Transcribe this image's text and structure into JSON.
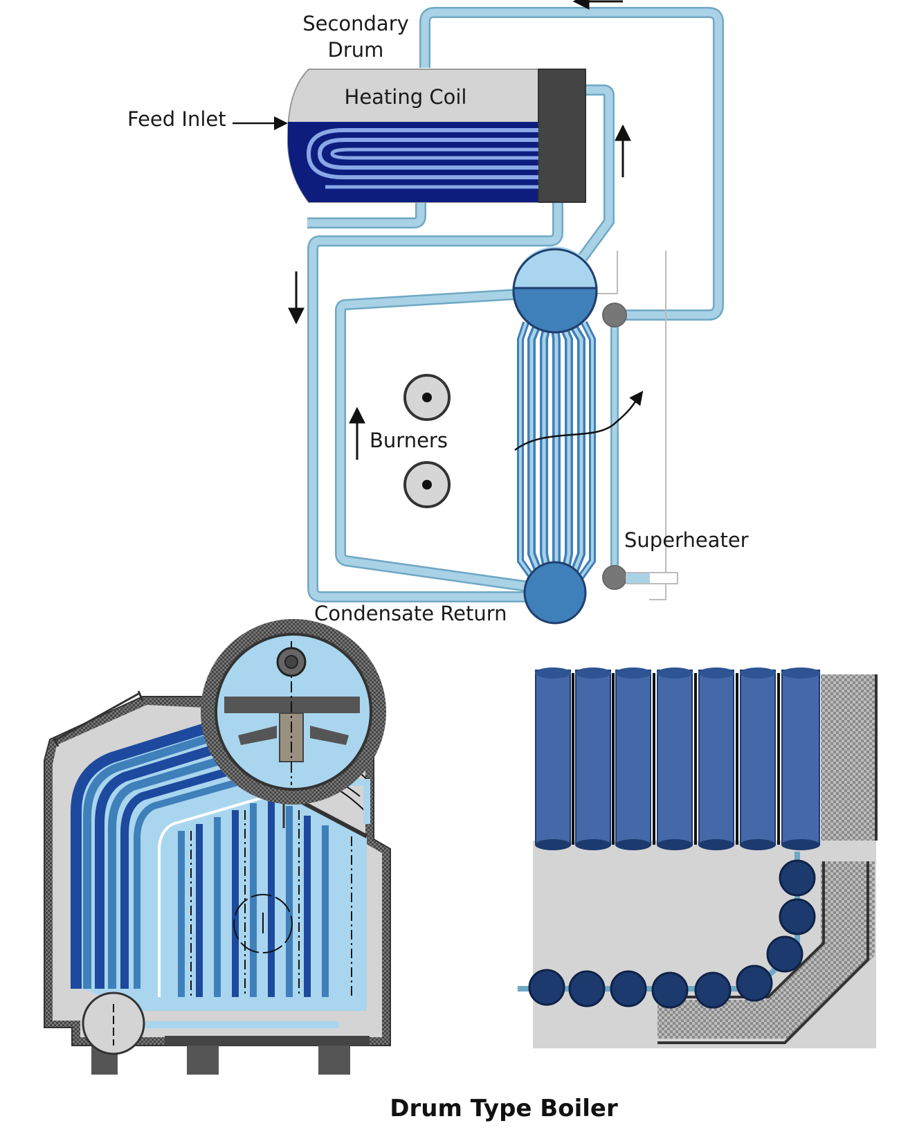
{
  "title": "Drum Type Boiler",
  "labels": {
    "secondary_drum_line1": "Secondary",
    "secondary_drum_line2": "Drum",
    "heating_coil": "Heating Coil",
    "feed_inlet": "Feed Inlet",
    "burners": "Burners",
    "superheater": "Superheater",
    "condensate_return": "Condensate Return"
  },
  "colors": {
    "pipe": "#a9d2e6",
    "pipe_edge": "#6fa8c4",
    "drum_blue": "#3f7fba",
    "drum_light": "#a9d6ee",
    "navy": "#0d1d7e",
    "tube_blue": "#4468a8",
    "dark_tube": "#1d3a6e",
    "casing_gray": "#d4d4d4"
  }
}
